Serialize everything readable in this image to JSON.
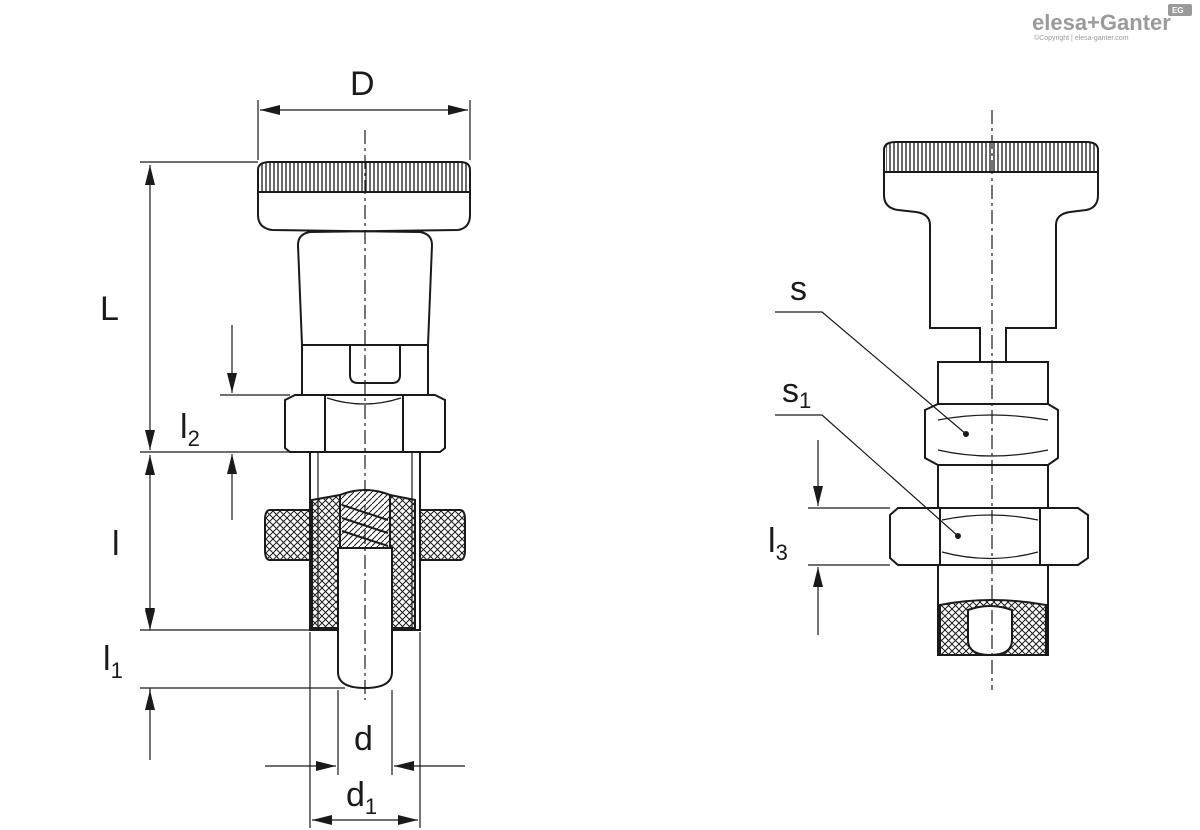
{
  "logo": {
    "brand": "elesa+Ganter",
    "badge": "EG",
    "copyright": "©Copyright | elesa-ganter.com"
  },
  "front_view": {
    "labels": {
      "D": "D",
      "L": "L",
      "l": "l",
      "l1": {
        "base": "l",
        "sub": "1"
      },
      "l2": {
        "base": "l",
        "sub": "2"
      },
      "d": "d",
      "d1": {
        "base": "d",
        "sub": "1"
      }
    }
  },
  "side_view": {
    "labels": {
      "s": "s",
      "s1": {
        "base": "s",
        "sub": "1"
      },
      "l3": {
        "base": "l",
        "sub": "3"
      }
    }
  },
  "colors": {
    "line": "#1a1a1a",
    "logo": "#9a9a9a"
  }
}
